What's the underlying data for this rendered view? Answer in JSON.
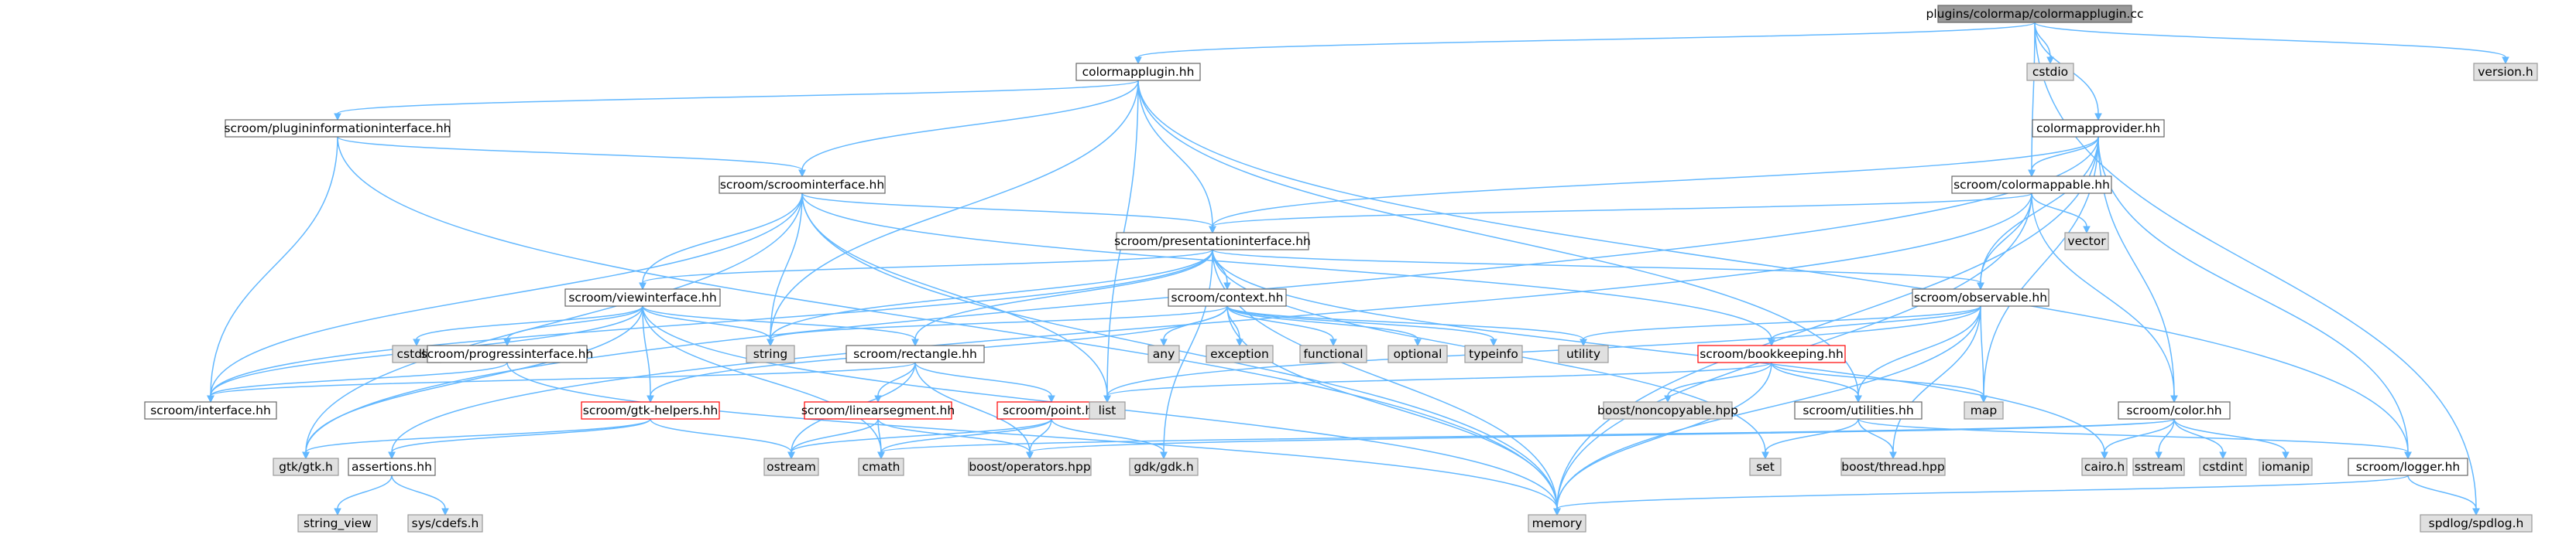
{
  "diagram": {
    "type": "include-dependency-graph",
    "colors": {
      "edge": "#63b8ff",
      "node_default_fill": "#ffffff",
      "node_default_border": "#666666",
      "node_root_fill": "#999999",
      "node_system_fill": "#e0e0e0",
      "node_system_border": "#999999",
      "node_truncated_border": "#ff0000",
      "text": "#000000"
    },
    "nodes": [
      {
        "id": "root",
        "label": "plugins/colormap/colormapplugin.cc",
        "kind": "root"
      },
      {
        "id": "cmplugin",
        "label": "colormapplugin.hh",
        "kind": "file"
      },
      {
        "id": "cstdio",
        "label": "cstdio",
        "kind": "system"
      },
      {
        "id": "cmprovider",
        "label": "colormapprovider.hh",
        "kind": "file"
      },
      {
        "id": "version",
        "label": "version.h",
        "kind": "system"
      },
      {
        "id": "plugininfo",
        "label": "scroom/plugininformationinterface.hh",
        "kind": "file"
      },
      {
        "id": "scroominterface",
        "label": "scroom/scroominterface.hh",
        "kind": "file"
      },
      {
        "id": "colormappable",
        "label": "scroom/colormappable.hh",
        "kind": "file"
      },
      {
        "id": "presentation",
        "label": "scroom/presentationinterface.hh",
        "kind": "file"
      },
      {
        "id": "vector",
        "label": "vector",
        "kind": "system"
      },
      {
        "id": "viewinterface",
        "label": "scroom/viewinterface.hh",
        "kind": "file"
      },
      {
        "id": "context",
        "label": "scroom/context.hh",
        "kind": "file"
      },
      {
        "id": "observable",
        "label": "scroom/observable.hh",
        "kind": "file"
      },
      {
        "id": "cstdlib",
        "label": "cstdlib",
        "kind": "system"
      },
      {
        "id": "string",
        "label": "string",
        "kind": "system"
      },
      {
        "id": "any",
        "label": "any",
        "kind": "system"
      },
      {
        "id": "exception",
        "label": "exception",
        "kind": "system"
      },
      {
        "id": "functional",
        "label": "functional",
        "kind": "system"
      },
      {
        "id": "optional",
        "label": "optional",
        "kind": "system"
      },
      {
        "id": "typeinfo",
        "label": "typeinfo",
        "kind": "system"
      },
      {
        "id": "utility",
        "label": "utility",
        "kind": "system"
      },
      {
        "id": "progress",
        "label": "scroom/progressinterface.hh",
        "kind": "file"
      },
      {
        "id": "rectangle",
        "label": "scroom/rectangle.hh",
        "kind": "file"
      },
      {
        "id": "bookkeeping",
        "label": "scroom/bookkeeping.hh",
        "kind": "truncated"
      },
      {
        "id": "interface",
        "label": "scroom/interface.hh",
        "kind": "file"
      },
      {
        "id": "gtkhelpers",
        "label": "scroom/gtk-helpers.hh",
        "kind": "truncated"
      },
      {
        "id": "linearsegment",
        "label": "scroom/linearsegment.hh",
        "kind": "truncated"
      },
      {
        "id": "point",
        "label": "scroom/point.hh",
        "kind": "truncated"
      },
      {
        "id": "list",
        "label": "list",
        "kind": "system"
      },
      {
        "id": "noncopyable",
        "label": "boost/noncopyable.hpp",
        "kind": "system"
      },
      {
        "id": "utilities",
        "label": "scroom/utilities.hh",
        "kind": "file"
      },
      {
        "id": "map",
        "label": "map",
        "kind": "system"
      },
      {
        "id": "colorhh",
        "label": "scroom/color.hh",
        "kind": "file"
      },
      {
        "id": "gtkgtk",
        "label": "gtk/gtk.h",
        "kind": "system"
      },
      {
        "id": "assertions",
        "label": "assertions.hh",
        "kind": "file"
      },
      {
        "id": "ostream",
        "label": "ostream",
        "kind": "system"
      },
      {
        "id": "cmath",
        "label": "cmath",
        "kind": "system"
      },
      {
        "id": "operators",
        "label": "boost/operators.hpp",
        "kind": "system"
      },
      {
        "id": "gdk",
        "label": "gdk/gdk.h",
        "kind": "system"
      },
      {
        "id": "set",
        "label": "set",
        "kind": "system"
      },
      {
        "id": "thread",
        "label": "boost/thread.hpp",
        "kind": "system"
      },
      {
        "id": "cairo",
        "label": "cairo.h",
        "kind": "system"
      },
      {
        "id": "sstream",
        "label": "sstream",
        "kind": "system"
      },
      {
        "id": "cstdint",
        "label": "cstdint",
        "kind": "system"
      },
      {
        "id": "iomanip",
        "label": "iomanip",
        "kind": "system"
      },
      {
        "id": "logger",
        "label": "scroom/logger.hh",
        "kind": "file"
      },
      {
        "id": "stringview",
        "label": "string_view",
        "kind": "system"
      },
      {
        "id": "syscdefs",
        "label": "sys/cdefs.h",
        "kind": "system"
      },
      {
        "id": "memory",
        "label": "memory",
        "kind": "system"
      },
      {
        "id": "spdlog",
        "label": "spdlog/spdlog.h",
        "kind": "system"
      }
    ],
    "edges": [
      [
        "root",
        "cmplugin"
      ],
      [
        "root",
        "cstdio"
      ],
      [
        "root",
        "cmprovider"
      ],
      [
        "root",
        "version"
      ],
      [
        "root",
        "colormappable"
      ],
      [
        "root",
        "spdlog"
      ],
      [
        "cmplugin",
        "plugininfo"
      ],
      [
        "cmplugin",
        "scroominterface"
      ],
      [
        "cmplugin",
        "presentation"
      ],
      [
        "cmplugin",
        "string"
      ],
      [
        "cmplugin",
        "list"
      ],
      [
        "cmplugin",
        "utilities"
      ],
      [
        "cmplugin",
        "logger"
      ],
      [
        "plugininfo",
        "scroominterface"
      ],
      [
        "plugininfo",
        "interface"
      ],
      [
        "plugininfo",
        "memory"
      ],
      [
        "scroominterface",
        "presentation"
      ],
      [
        "scroominterface",
        "viewinterface"
      ],
      [
        "scroominterface",
        "string"
      ],
      [
        "scroominterface",
        "list"
      ],
      [
        "scroominterface",
        "bookkeeping"
      ],
      [
        "scroominterface",
        "interface"
      ],
      [
        "scroominterface",
        "gtkgtk"
      ],
      [
        "scroominterface",
        "memory"
      ],
      [
        "cmprovider",
        "colormappable"
      ],
      [
        "cmprovider",
        "presentation"
      ],
      [
        "cmprovider",
        "observable"
      ],
      [
        "cmprovider",
        "colorhh"
      ],
      [
        "cmprovider",
        "logger"
      ],
      [
        "cmprovider",
        "map"
      ],
      [
        "cmprovider",
        "gtkgtk"
      ],
      [
        "cmprovider",
        "memory"
      ],
      [
        "colormappable",
        "presentation"
      ],
      [
        "colormappable",
        "observable"
      ],
      [
        "colormappable",
        "vector"
      ],
      [
        "colormappable",
        "colorhh"
      ],
      [
        "colormappable",
        "assertions"
      ],
      [
        "colormappable",
        "memory"
      ],
      [
        "presentation",
        "viewinterface"
      ],
      [
        "presentation",
        "context"
      ],
      [
        "presentation",
        "observable"
      ],
      [
        "presentation",
        "rectangle"
      ],
      [
        "presentation",
        "interface"
      ],
      [
        "presentation",
        "string"
      ],
      [
        "presentation",
        "set"
      ],
      [
        "presentation",
        "gdk"
      ],
      [
        "presentation",
        "cairo"
      ],
      [
        "presentation",
        "memory"
      ],
      [
        "viewinterface",
        "progress"
      ],
      [
        "viewinterface",
        "rectangle"
      ],
      [
        "viewinterface",
        "interface"
      ],
      [
        "viewinterface",
        "gtkhelpers"
      ],
      [
        "viewinterface",
        "cstdlib"
      ],
      [
        "viewinterface",
        "string"
      ],
      [
        "viewinterface",
        "gtkgtk"
      ],
      [
        "viewinterface",
        "cmath"
      ],
      [
        "viewinterface",
        "memory"
      ],
      [
        "context",
        "any"
      ],
      [
        "context",
        "exception"
      ],
      [
        "context",
        "functional"
      ],
      [
        "context",
        "optional"
      ],
      [
        "context",
        "typeinfo"
      ],
      [
        "context",
        "utility"
      ],
      [
        "context",
        "string"
      ],
      [
        "context",
        "memory"
      ],
      [
        "context",
        "gtkhelpers"
      ],
      [
        "observable",
        "bookkeeping"
      ],
      [
        "observable",
        "utilities"
      ],
      [
        "observable",
        "list"
      ],
      [
        "observable",
        "map"
      ],
      [
        "observable",
        "utility"
      ],
      [
        "observable",
        "thread"
      ],
      [
        "observable",
        "memory"
      ],
      [
        "progress",
        "interface"
      ],
      [
        "progress",
        "memory"
      ],
      [
        "rectangle",
        "linearsegment"
      ],
      [
        "rectangle",
        "point"
      ],
      [
        "rectangle",
        "interface"
      ],
      [
        "rectangle",
        "ostream"
      ],
      [
        "rectangle",
        "operators"
      ],
      [
        "bookkeeping",
        "noncopyable"
      ],
      [
        "bookkeeping",
        "utilities"
      ],
      [
        "bookkeeping",
        "map"
      ],
      [
        "bookkeeping",
        "list"
      ],
      [
        "bookkeeping",
        "memory"
      ],
      [
        "gtkhelpers",
        "gtkgtk"
      ],
      [
        "gtkhelpers",
        "assertions"
      ],
      [
        "gtkhelpers",
        "ostream"
      ],
      [
        "linearsegment",
        "ostream"
      ],
      [
        "linearsegment",
        "cmath"
      ],
      [
        "linearsegment",
        "operators"
      ],
      [
        "point",
        "ostream"
      ],
      [
        "point",
        "cmath"
      ],
      [
        "point",
        "operators"
      ],
      [
        "point",
        "gdk"
      ],
      [
        "utilities",
        "set"
      ],
      [
        "utilities",
        "thread"
      ],
      [
        "utilities",
        "logger"
      ],
      [
        "colorhh",
        "cmath"
      ],
      [
        "colorhh",
        "sstream"
      ],
      [
        "colorhh",
        "cstdint"
      ],
      [
        "colorhh",
        "iomanip"
      ],
      [
        "colorhh",
        "cairo"
      ],
      [
        "colorhh",
        "operators"
      ],
      [
        "assertions",
        "stringview"
      ],
      [
        "assertions",
        "syscdefs"
      ],
      [
        "logger",
        "spdlog"
      ],
      [
        "logger",
        "memory"
      ]
    ]
  }
}
